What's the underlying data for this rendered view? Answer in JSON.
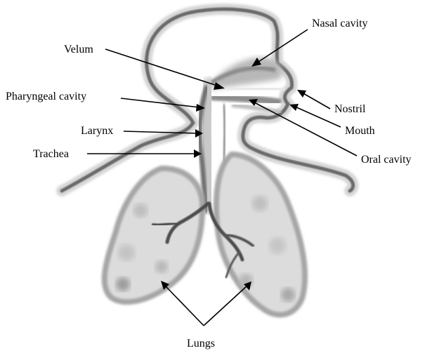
{
  "diagram": {
    "labels": {
      "nasal_cavity": "Nasal cavity",
      "velum": "Velum",
      "pharyngeal_cavity": "Pharyngeal cavity",
      "larynx": "Larynx",
      "trachea": "Trachea",
      "nostril": "Nostril",
      "mouth": "Mouth",
      "oral_cavity": "Oral cavity",
      "lungs": "Lungs"
    }
  }
}
